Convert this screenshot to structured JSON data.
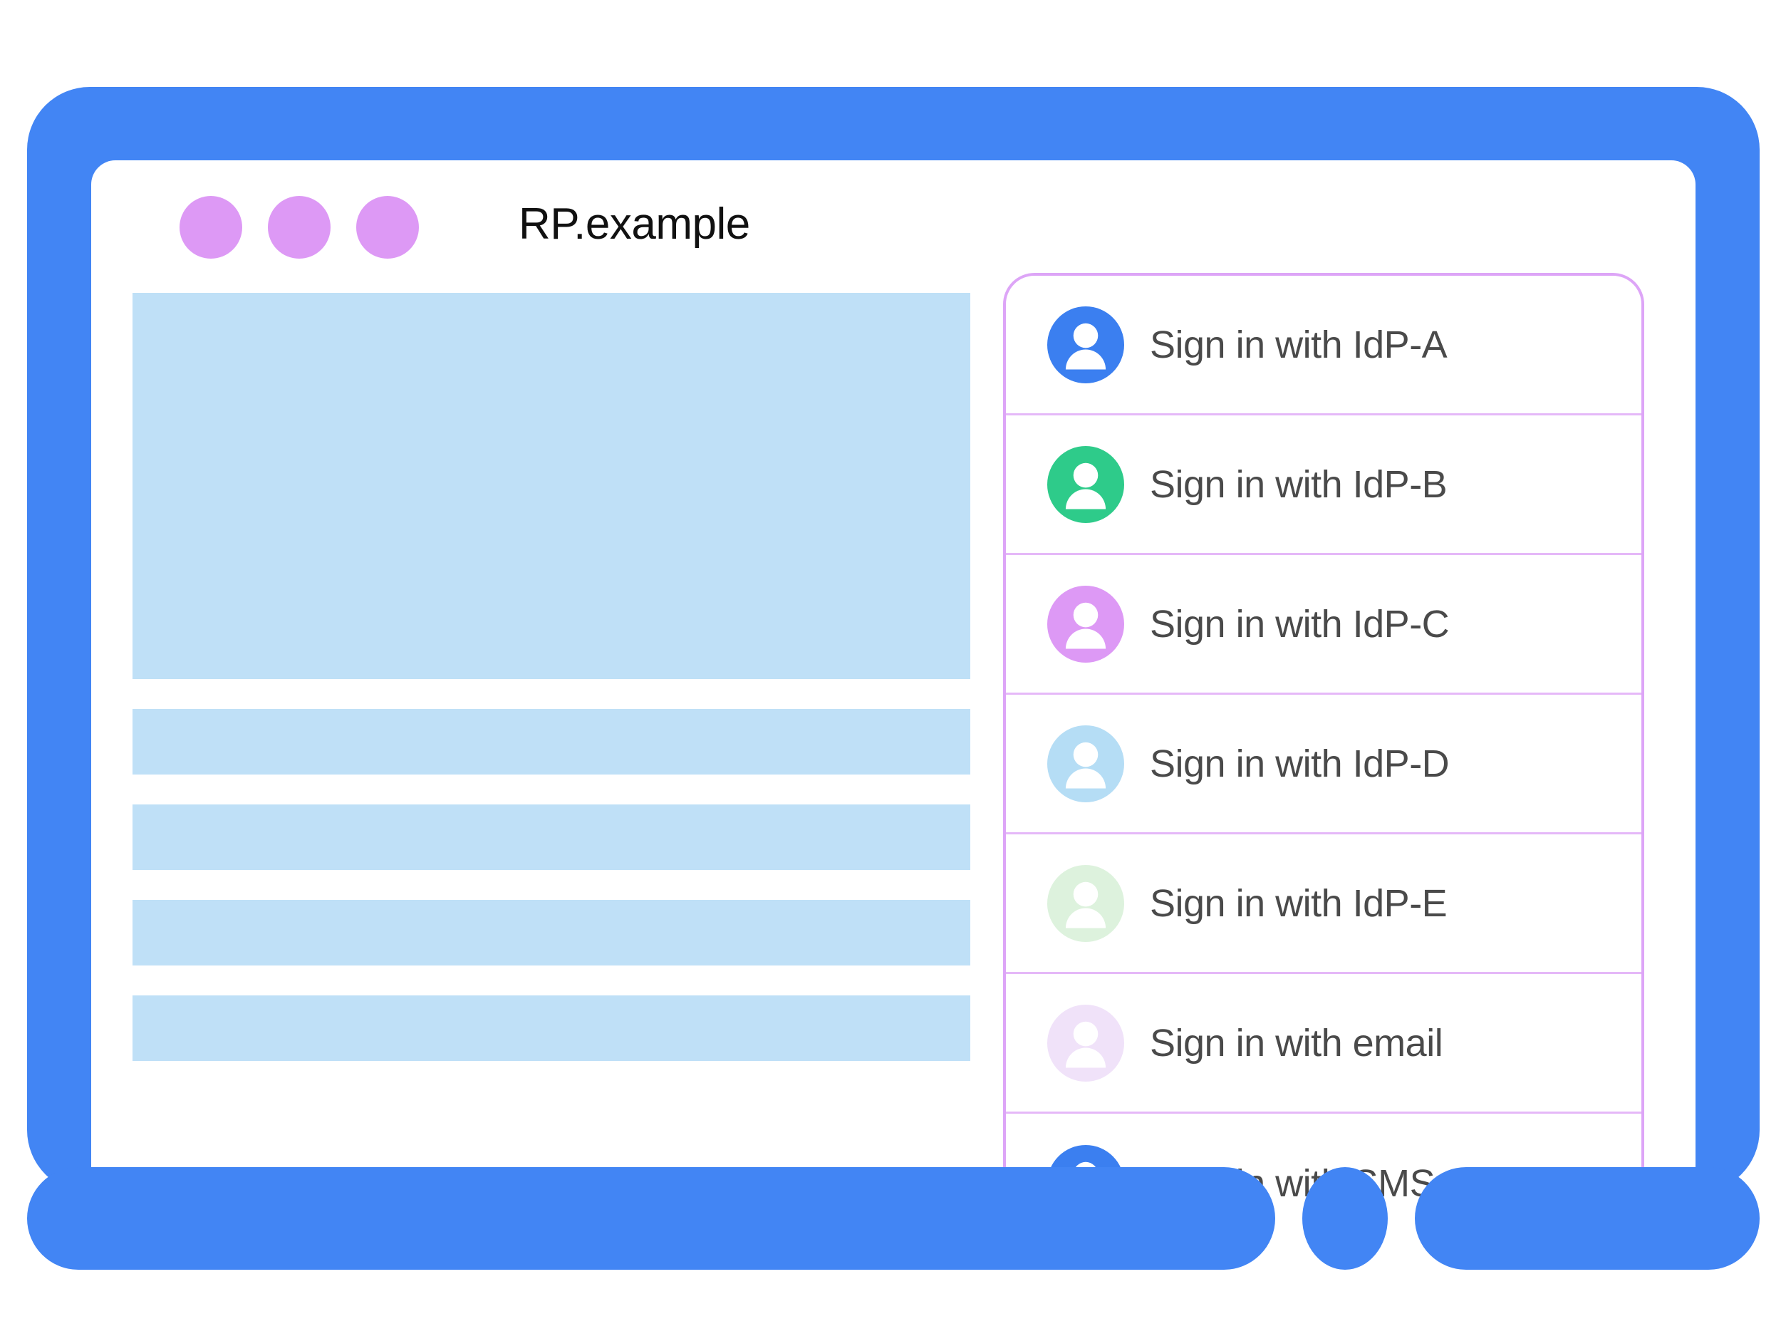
{
  "window": {
    "title": "RP.example",
    "dots": [
      "window-dot-1",
      "window-dot-2",
      "window-dot-3"
    ],
    "dot_color": "#dd99f5",
    "frame_color": "#4285f4"
  },
  "content": {
    "placeholder_color": "#bfe0f7",
    "blocks": [
      {
        "name": "hero-block",
        "kind": "hero"
      },
      {
        "name": "text-row-1",
        "kind": "row"
      },
      {
        "name": "text-row-2",
        "kind": "row"
      },
      {
        "name": "text-row-3",
        "kind": "row"
      },
      {
        "name": "text-row-4",
        "kind": "row"
      }
    ]
  },
  "signin_panel": {
    "border_color": "#dda5f7",
    "divider_color": "#e5b8f8",
    "label_color": "#4a4a4a",
    "items": [
      {
        "label": "Sign in with IdP-A",
        "icon": "avatar-icon",
        "avatar_color": "#3b7ff0"
      },
      {
        "label": "Sign in with IdP-B",
        "icon": "avatar-icon",
        "avatar_color": "#2ecb8a"
      },
      {
        "label": "Sign in with IdP-C",
        "icon": "avatar-icon",
        "avatar_color": "#dd99f5"
      },
      {
        "label": "Sign in with IdP-D",
        "icon": "avatar-icon",
        "avatar_color": "#b5ddf5"
      },
      {
        "label": "Sign in with IdP-E",
        "icon": "avatar-icon",
        "avatar_color": "#ddf2dd"
      },
      {
        "label": "Sign in with email",
        "icon": "avatar-icon",
        "avatar_color": "#f0e2f9"
      },
      {
        "label": "Sign in with SMS",
        "icon": "avatar-icon",
        "avatar_color": "#3b7ff0"
      }
    ]
  }
}
